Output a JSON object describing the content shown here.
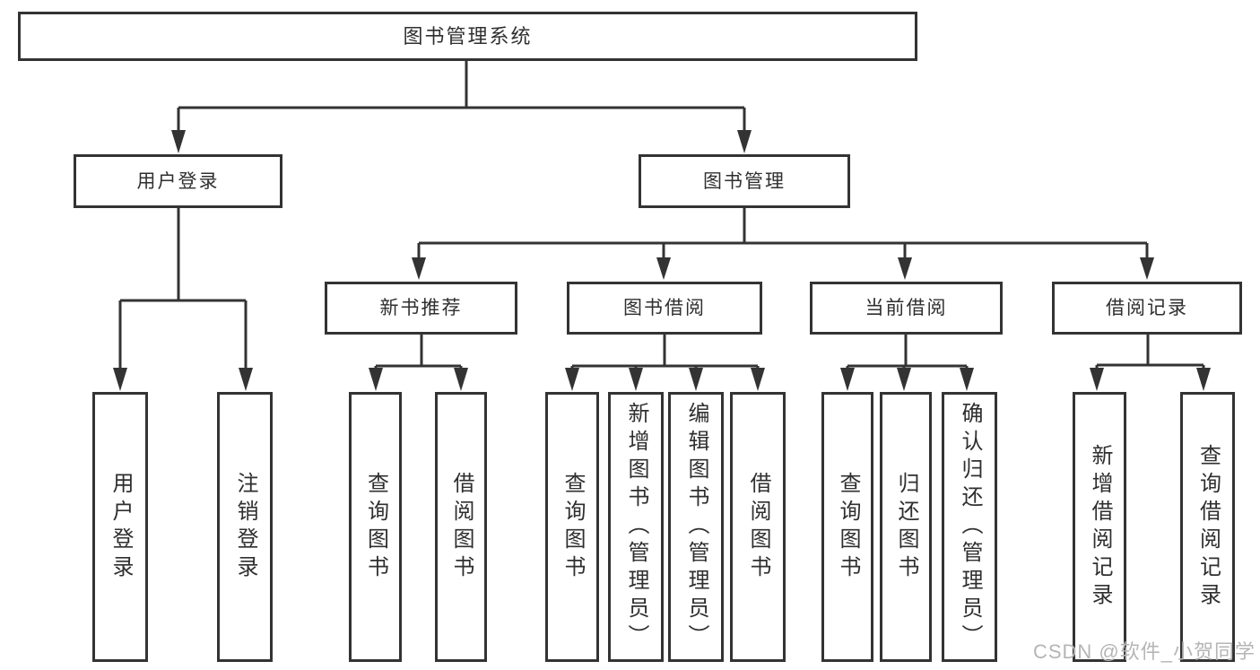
{
  "tree": {
    "root": {
      "label": "图书管理系统",
      "children": [
        {
          "label": "用户登录",
          "children": [
            {
              "label": "用户登录"
            },
            {
              "label": "注销登录"
            }
          ]
        },
        {
          "label": "图书管理",
          "children": [
            {
              "label": "新书推荐",
              "children": [
                {
                  "label": "查询图书"
                },
                {
                  "label": "借阅图书"
                }
              ]
            },
            {
              "label": "图书借阅",
              "children": [
                {
                  "label": "查询图书"
                },
                {
                  "label": "新增图书（管理员）"
                },
                {
                  "label": "编辑图书（管理员）"
                },
                {
                  "label": "借阅图书"
                }
              ]
            },
            {
              "label": "当前借阅",
              "children": [
                {
                  "label": "查询图书"
                },
                {
                  "label": "归还图书"
                },
                {
                  "label": "确认归还（管理员）"
                }
              ]
            },
            {
              "label": "借阅记录",
              "children": [
                {
                  "label": "新增借阅记录"
                },
                {
                  "label": "查询借阅记录"
                }
              ]
            }
          ]
        }
      ]
    }
  },
  "colors": {
    "line": "#333333",
    "text": "#2f2f2f",
    "box_background": "#ffffff",
    "watermark": "#b5b5b5"
  },
  "watermark": {
    "text": "CSDN @软件_小贺同学"
  }
}
